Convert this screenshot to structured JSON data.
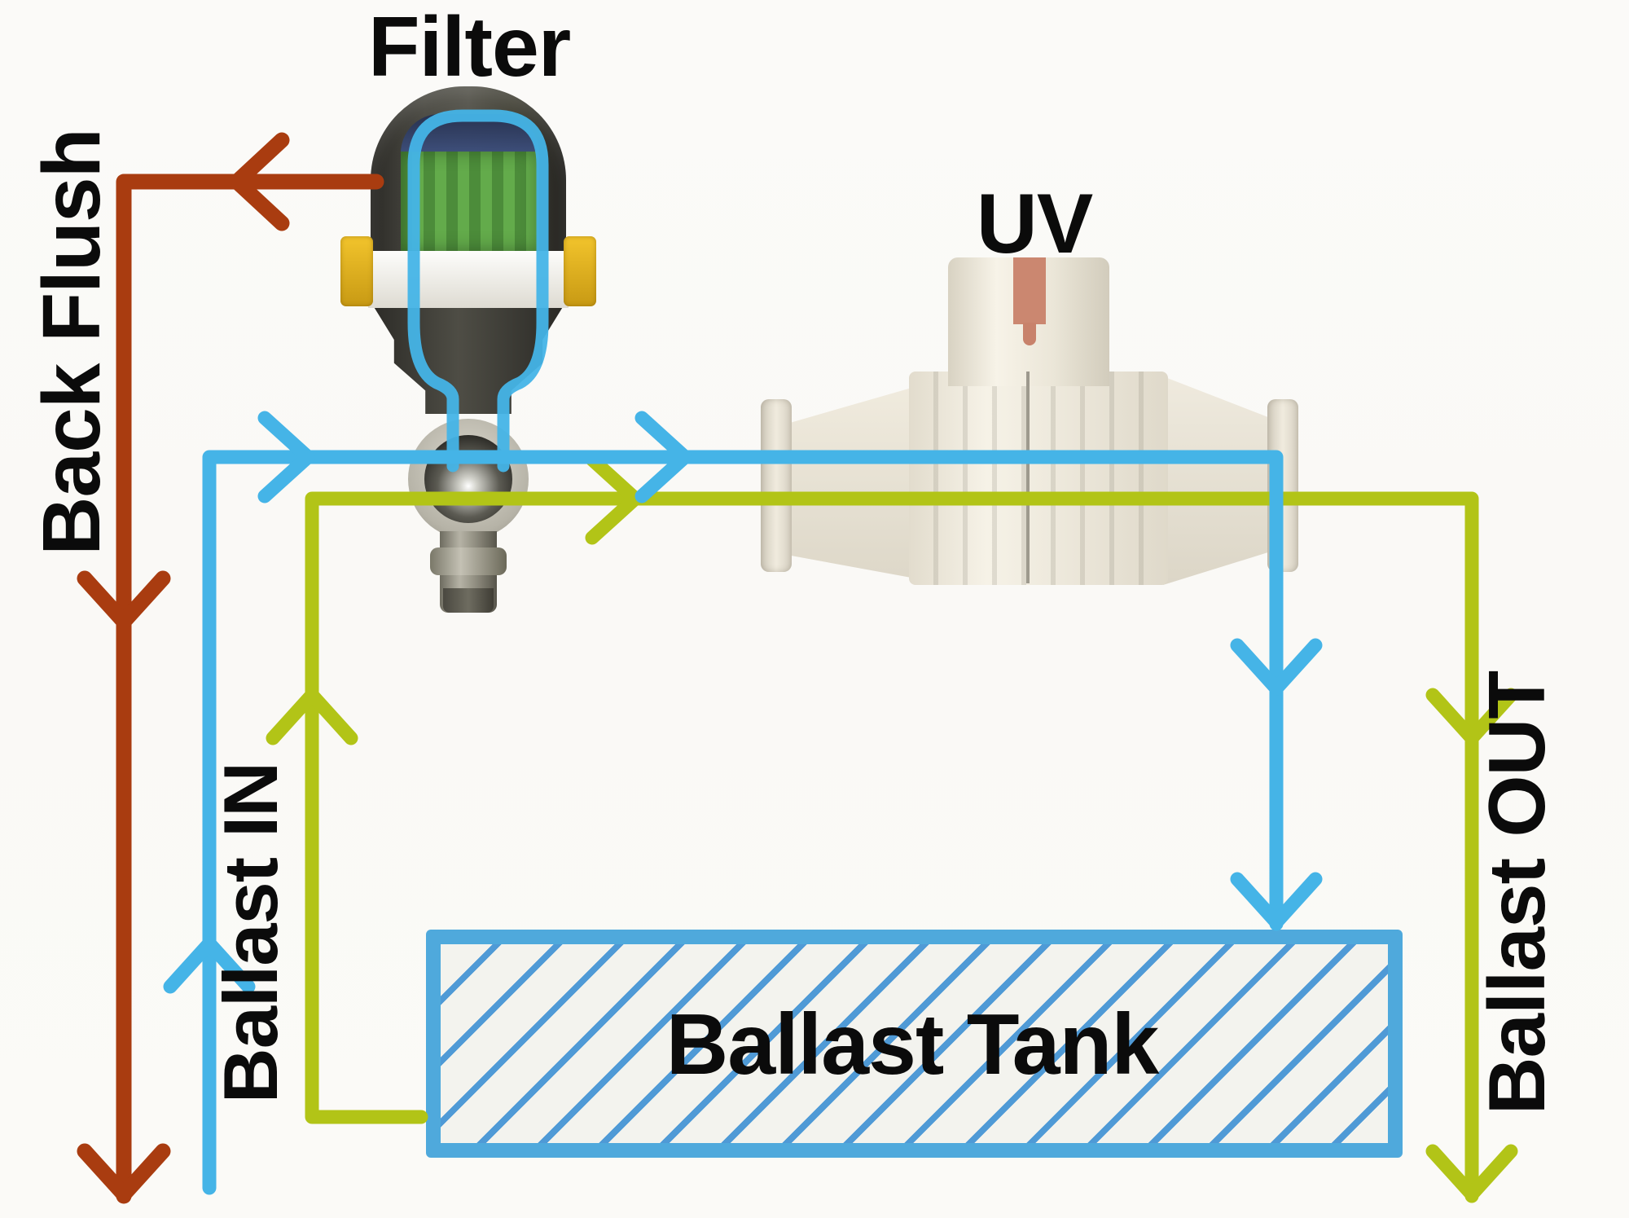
{
  "labels": {
    "filter": "Filter",
    "uv": "UV",
    "back_flush": "Back Flush",
    "ballast_in": "Ballast IN",
    "ballast_out": "Ballast OUT",
    "ballast_tank": "Ballast Tank"
  },
  "colors": {
    "ballast_in_line": "#45b4e7",
    "ballast_out_line": "#b2c417",
    "back_flush_line": "#a93c10",
    "filter_tube": "#45b4e7",
    "tank_border": "#4fa9dc",
    "tank_hatch": "#4f9ad6",
    "label_text": "#0b0b0b"
  },
  "flows": [
    {
      "name": "Ballast IN",
      "color": "#45b4e7",
      "direction": "up on left, right across top through Filter and UV, down into Ballast Tank"
    },
    {
      "name": "Ballast OUT",
      "color": "#b2c417",
      "direction": "up from Ballast Tank, right under UV, down on far right"
    },
    {
      "name": "Back Flush",
      "color": "#a93c10",
      "direction": "left from Filter, down along far left edge"
    }
  ],
  "devices": {
    "filter": "Filter unit with green element, yellow clamps and ball valve drain",
    "uv": "UV treatment chamber with lamp housing",
    "ballast_tank": "Hatched rectangular tank"
  }
}
